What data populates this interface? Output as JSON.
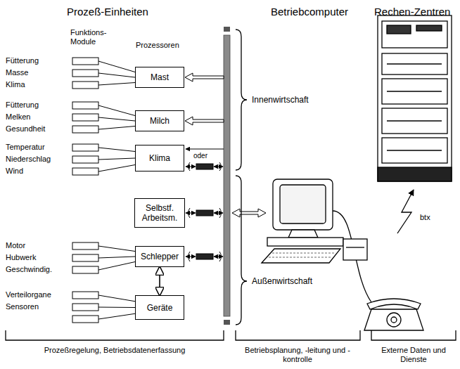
{
  "diagram": {
    "nodes": [
      {
        "text": [
          "Mast"
        ]
      },
      {
        "text": [
          "Milch"
        ]
      },
      {
        "text": [
          "Klima"
        ]
      },
      {
        "text": [
          "Selbstf. Arbeitsm."
        ]
      },
      {
        "text": [
          "Schlepper"
        ]
      },
      {
        "text": [
          "Geräte"
        ]
      }
    ],
    "edges": [
      {
        "from": 4,
        "to": 5,
        "arrow": "both"
      }
    ],
    "labels": [
      "Prozeß-Einheiten",
      "Betriebcomputer",
      "Rechen-Zentren",
      "Funktions- Module",
      "Prozessoren",
      "Fütterung",
      "Masse",
      "Klima",
      "Fütterung",
      "Melken",
      "Gesundheit",
      "Temperatur",
      "Niederschlag",
      "Wind",
      "Motor",
      "Hubwerk",
      "Geschwindig.",
      "Verteilorgane",
      "Sensoren",
      "oder",
      "Innenwirtschaft",
      "Außenwirtschaft",
      "btx",
      "Prozeßregelung, Betriebsdatenerfassung",
      "Betriebsplanung, -leitung und -kontrolle",
      "Externe Daten und Dienste"
    ]
  }
}
